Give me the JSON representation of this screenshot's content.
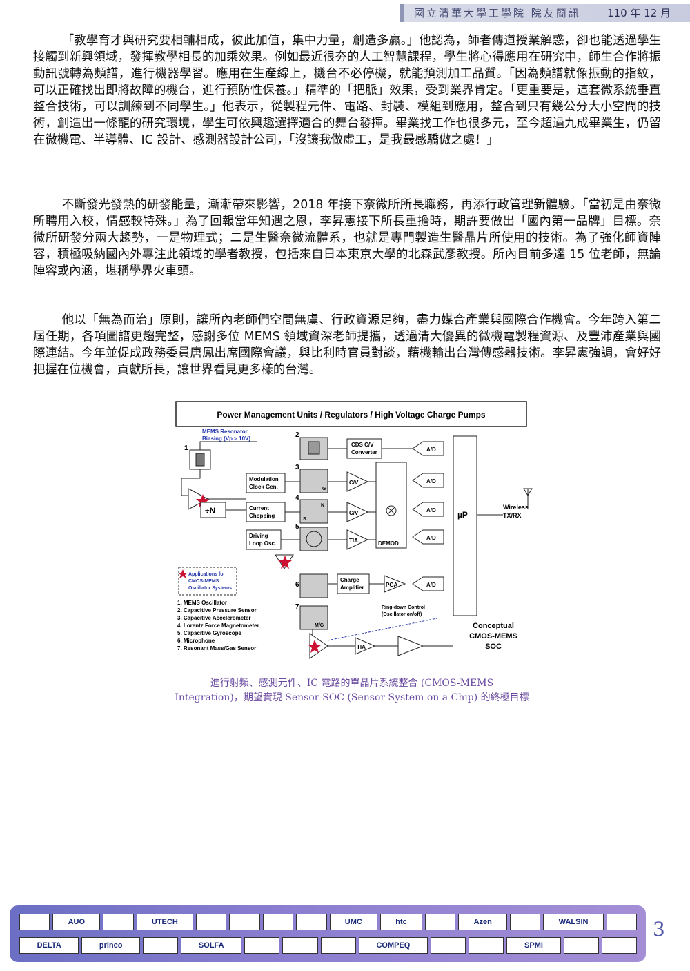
{
  "header": {
    "organization": "國立清華大學工學院 院友簡訊",
    "issue": "110 年 12 月"
  },
  "paragraphs": [
    "「教學育才與研究要相輔相成，彼此加值，集中力量，創造多贏。」他認為，師者傳道授業解惑，卻也能透過學生接觸到新興領域，發揮教學相長的加乘效果。例如最近很夯的人工智慧課程，學生將心得應用在研究中，師生合作將振動訊號轉為頻譜，進行機器學習。應用在生產線上，機台不必停機，就能預測加工品質。「因為頻譜就像振動的指紋，可以正確找出即將故障的機台，進行預防性保養。」精準的「把脈」效果，受到業界肯定。「更重要是，這套微系統垂直整合技術，可以訓練到不同學生。」他表示，從製程元件、電路、封裝、模組到應用，整合到只有幾公分大小空間的技術，創造出一條龍的研究環境，學生可依興趣選擇適合的舞台發揮。畢業找工作也很多元，至今超過九成畢業生，仍留在微機電、半導體、IC 設計、感測器設計公司，「沒讓我做虛工，是我最感驕傲之處！」",
    "不斷發光發熱的研發能量，漸漸帶來影響，2018 年接下奈微所所長職務，再添行政管理新體驗。「當初是由奈微所聘用入校，情感較特殊。」為了回報當年知遇之恩，李昇憲接下所長重擔時，期許要做出「國內第一品牌」目標。奈微所研發分兩大趨勢，一是物理式；二是生醫奈微流體系，也就是專門製造生醫晶片所使用的技術。為了強化師資陣容，積極吸納國內外專注此領域的學者教授，包括來自日本東京大學的北森武彥教授。所內目前多達 15 位老師，無論陣容或內涵，堪稱學界火車頭。",
    "他以「無為而治」原則，讓所內老師們空間無虞、行政資源足夠，盡力媒合產業與國際合作機會。今年跨入第二屆任期，各項圖譜更趨完整，感謝多位 MEMS 領域資深老師提攜，透過清大優異的微機電製程資源、及豐沛產業與國際連結。今年並促成政務委員唐鳳出席國際會議，與比利時官員對談，藉機輸出台灣傳感器技術。李昇憲強調，會好好把握在位機會，貢獻所長，讓世界看見更多樣的台灣。"
  ],
  "figure": {
    "top_bar": "Power Management Units / Regulators / High Voltage Charge Pumps",
    "resonator_line1": "MEMS Resonator",
    "resonator_line2": "Biasing (Vp > 10V)",
    "cds_line1": "CDS C/V",
    "cds_line2": "Converter",
    "modulation_line1": "Modulation",
    "modulation_line2": "Clock Gen.",
    "current_line1": "Current",
    "current_line2": "Chopping",
    "driving_line1": "Driving",
    "driving_line2": "Loop Osc.",
    "divider": "÷N",
    "cv": "C/V",
    "tia": "TIA",
    "ad": "A/D",
    "demod": "DEMOD",
    "charge_line1": "Charge",
    "charge_line2": "Amplifier",
    "pga": "PGA",
    "mux_symbol": "⊗",
    "up": "µP",
    "wireless_line1": "Wireless",
    "wireless_line2": "TX/RX",
    "ringdown_line1": "Ring-down Control",
    "ringdown_line2": "(Oscillator on/off)",
    "apps_line1": "Applications for",
    "apps_line2": "CMOS-MEMS",
    "apps_line3": "Oscillator Systems",
    "numbers": [
      "1",
      "2",
      "3",
      "4",
      "5",
      "6",
      "7"
    ],
    "sensor_g": "G",
    "sensor_n": "N",
    "sensor_s": "S",
    "sensor_mg": "M/G",
    "list": [
      "1. MEMS Oscillator",
      "2. Capacitive Pressure Sensor",
      "3. Capacitive Accelerometer",
      "4. Lorentz Force Magnetometer",
      "5. Capacitive Gyroscope",
      "6. Microphone",
      "7. Resonant Mass/Gas Sensor"
    ],
    "concept_line1": "Conceptual",
    "concept_line2": "CMOS-MEMS",
    "concept_line3": "SOC"
  },
  "caption": {
    "line1": "進行射頻、感測元件、IC 電路的單晶片系統整合 (CMOS-MEMS",
    "line2": "Integration)，期望實現 Sensor-SOC (Sensor System on a Chip) 的終極目標"
  },
  "sponsors": {
    "row1": [
      "",
      "AUO",
      "",
      "UTECH",
      "",
      "",
      "",
      "",
      "UMC",
      "htc",
      "",
      "Azen",
      "",
      "WALSIN",
      ""
    ],
    "row2": [
      "DELTA",
      "princo",
      "",
      "SOLFA",
      "",
      "",
      "",
      "COMPEQ",
      "",
      "",
      "SPMI",
      "",
      ""
    ]
  },
  "page_number": "3",
  "colors": {
    "caption": "#6a4aa0",
    "header_band": "#c7cbde",
    "footer_start": "#6b6fc4",
    "footer_end": "#a48fd6",
    "star": "#cc1133"
  }
}
